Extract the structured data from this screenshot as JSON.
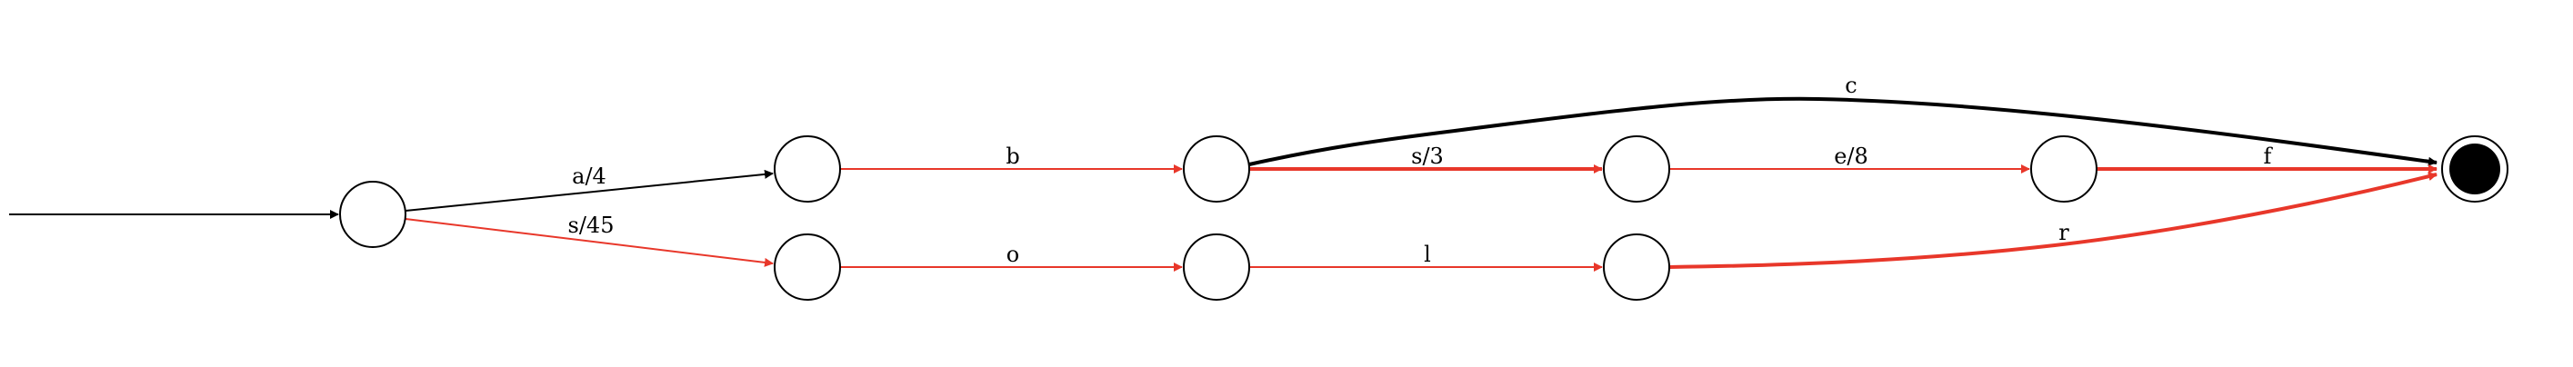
{
  "colors": {
    "background": "#ffffff",
    "black": "#000000",
    "red": "#e8372a"
  },
  "graph": {
    "type": "finite-state-transducer",
    "states": [
      {
        "id": "q0",
        "role": "start"
      },
      {
        "id": "q1"
      },
      {
        "id": "q2"
      },
      {
        "id": "q3"
      },
      {
        "id": "q4"
      },
      {
        "id": "q5"
      },
      {
        "id": "q6"
      },
      {
        "id": "q7"
      },
      {
        "id": "q8",
        "role": "final"
      }
    ],
    "edges": [
      {
        "id": "e-start",
        "from": "entry",
        "to": "q0",
        "label": "",
        "color": "black",
        "weight": "normal"
      },
      {
        "id": "e-a4",
        "from": "q0",
        "to": "q1",
        "label": "a/4",
        "color": "black",
        "weight": "normal"
      },
      {
        "id": "e-s45",
        "from": "q0",
        "to": "q2",
        "label": "s/45",
        "color": "red",
        "weight": "normal"
      },
      {
        "id": "e-b",
        "from": "q1",
        "to": "q3",
        "label": "b",
        "color": "red",
        "weight": "normal"
      },
      {
        "id": "e-o",
        "from": "q2",
        "to": "q4",
        "label": "o",
        "color": "red",
        "weight": "normal"
      },
      {
        "id": "e-c",
        "from": "q3",
        "to": "q8",
        "label": "c",
        "color": "black",
        "weight": "bold"
      },
      {
        "id": "e-s3",
        "from": "q3",
        "to": "q5",
        "label": "s/3",
        "color": "red",
        "weight": "bold"
      },
      {
        "id": "e-l",
        "from": "q4",
        "to": "q6",
        "label": "l",
        "color": "red",
        "weight": "normal"
      },
      {
        "id": "e-e8",
        "from": "q5",
        "to": "q7",
        "label": "e/8",
        "color": "red",
        "weight": "normal"
      },
      {
        "id": "e-f",
        "from": "q7",
        "to": "q8",
        "label": "f",
        "color": "red",
        "weight": "bold"
      },
      {
        "id": "e-r",
        "from": "q6",
        "to": "q8",
        "label": "r",
        "color": "red",
        "weight": "bold"
      }
    ]
  }
}
